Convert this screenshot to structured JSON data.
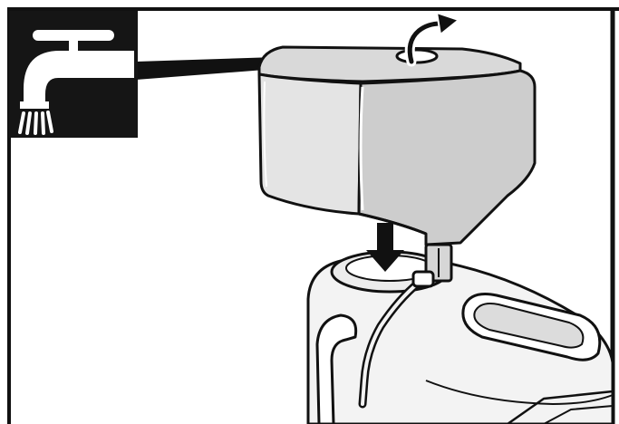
{
  "figure": {
    "kind": "instruction-illustration",
    "icon": "water-tap-icon",
    "steps": [
      "fill-tank-at-tap",
      "place-tank-onto-appliance"
    ],
    "colors": {
      "ink": "#111111",
      "paper": "#ffffff",
      "tank_face": "#e2e2e2",
      "tank_side": "#cfcfcf",
      "tank_top": "#d9d9d9",
      "body_fill": "#f3f3f3"
    }
  }
}
